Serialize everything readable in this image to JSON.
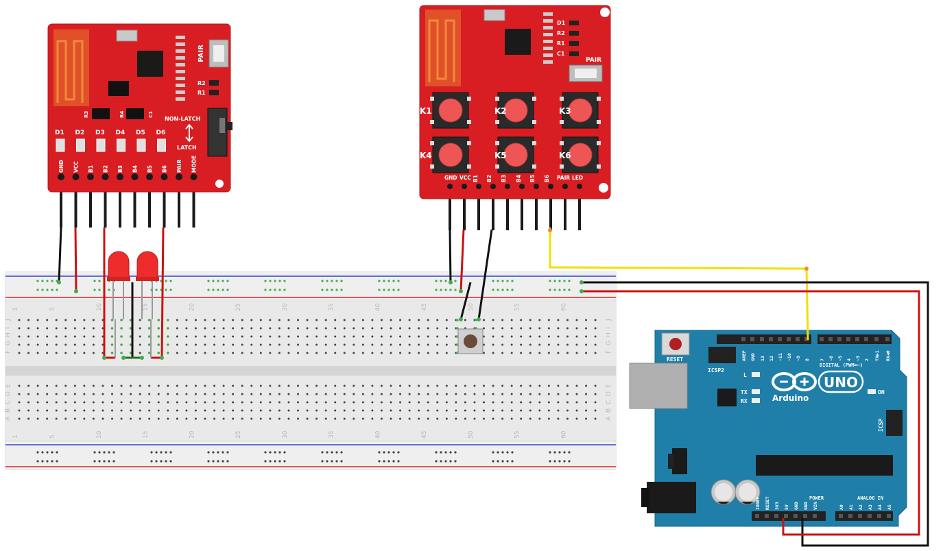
{
  "colors": {
    "board_red": "#d81e22",
    "arduino_teal": "#1f7fa8",
    "breadboard": "#e8e8e8",
    "wire_black": "#111111",
    "wire_red": "#cc1111",
    "wire_yellow": "#f0e000",
    "rail_blue": "#3344cc",
    "rail_red": "#dd2222",
    "hole_green": "#3fae4a"
  },
  "receiver": {
    "pair_label": "PAIR",
    "r2_label": "R2",
    "r1_label": "R1",
    "r3_label": "R3",
    "r4_label": "R4",
    "c1_label": "C1",
    "non_latch_label": "NON-LATCH",
    "latch_label": "LATCH",
    "leds": [
      "D1",
      "D2",
      "D3",
      "D4",
      "D5",
      "D6"
    ],
    "pins": [
      "GND",
      "VCC",
      "B1",
      "B2",
      "B3",
      "B4",
      "B5",
      "B6",
      "PAIR",
      "MODE"
    ]
  },
  "transmitter": {
    "side_labels": [
      "D1",
      "R2",
      "R1",
      "C1"
    ],
    "pair_label": "PAIR",
    "keys": [
      "K1",
      "K2",
      "K3",
      "K4",
      "K5",
      "K6"
    ],
    "pins": [
      "GND",
      "VCC",
      "B1",
      "B2",
      "B3",
      "B4",
      "B5",
      "B6",
      "PAIR",
      "LED"
    ]
  },
  "breadboard": {
    "rows_top": [
      "J",
      "I",
      "H",
      "G",
      "F"
    ],
    "rows_bottom": [
      "E",
      "D",
      "C",
      "B",
      "A"
    ],
    "column_numbers": [
      "1",
      "5",
      "10",
      "15",
      "20",
      "25",
      "30",
      "35",
      "40",
      "45",
      "50",
      "55",
      "60"
    ]
  },
  "arduino": {
    "reset_label": "RESET",
    "icsp2_label": "ICSP2",
    "l_label": "L",
    "tx_label": "TX",
    "rx_label": "RX",
    "on_label": "ON",
    "brand": "Arduino",
    "model": "UNO",
    "digital_label": "DIGITAL (PWM=~)",
    "icsp_label": "ICSP",
    "power_label": "POWER",
    "analog_label": "ANALOG IN",
    "top_pins": [
      "AREF",
      "GND",
      "13",
      "12",
      "~11",
      "~10",
      "~9",
      "8",
      "7",
      "~6",
      "~5",
      "4",
      "~3",
      "2",
      "TX▶1",
      "RX◀0"
    ],
    "power_pins": [
      "IOREF",
      "RESET",
      "3V3",
      "5V",
      "GND",
      "GND",
      "VIN"
    ],
    "analog_pins": [
      "A0",
      "A1",
      "A2",
      "A3",
      "A4",
      "A5"
    ]
  }
}
